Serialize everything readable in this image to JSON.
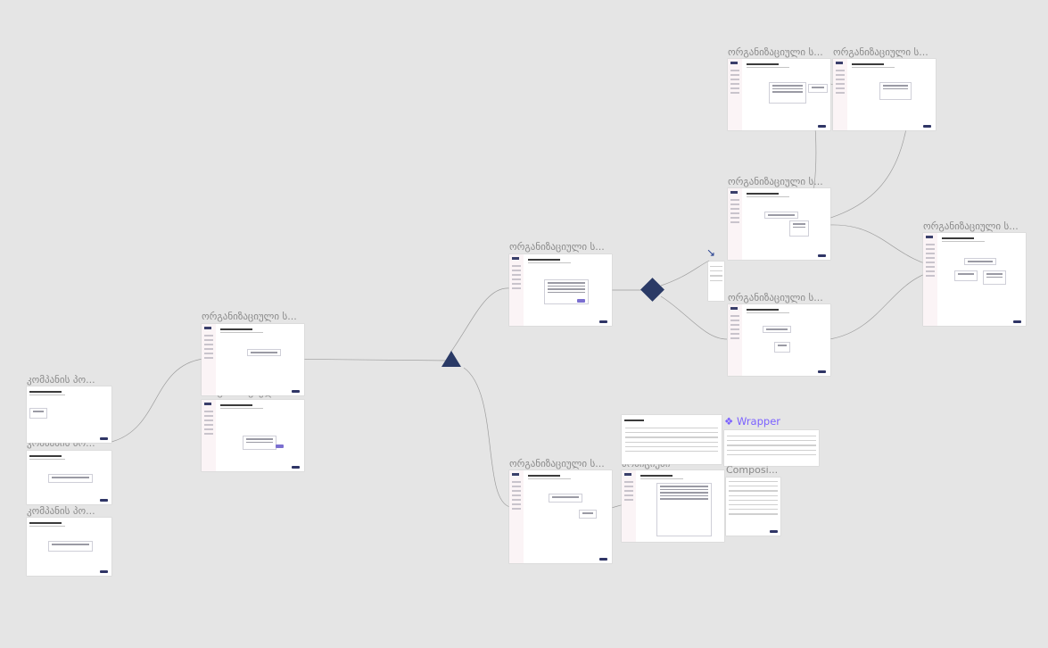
{
  "canvas": {
    "background": "#e5e5e5",
    "accent_navy": "#2a3a66",
    "accent_purple": "#7b61ff"
  },
  "labels": {
    "org_structure": "ორგანიზაციული ს...",
    "company_p": "კომპანის პო...",
    "positions": "პოზიციები",
    "wrapper": "❖ Wrapper",
    "composition": "Composi..."
  }
}
